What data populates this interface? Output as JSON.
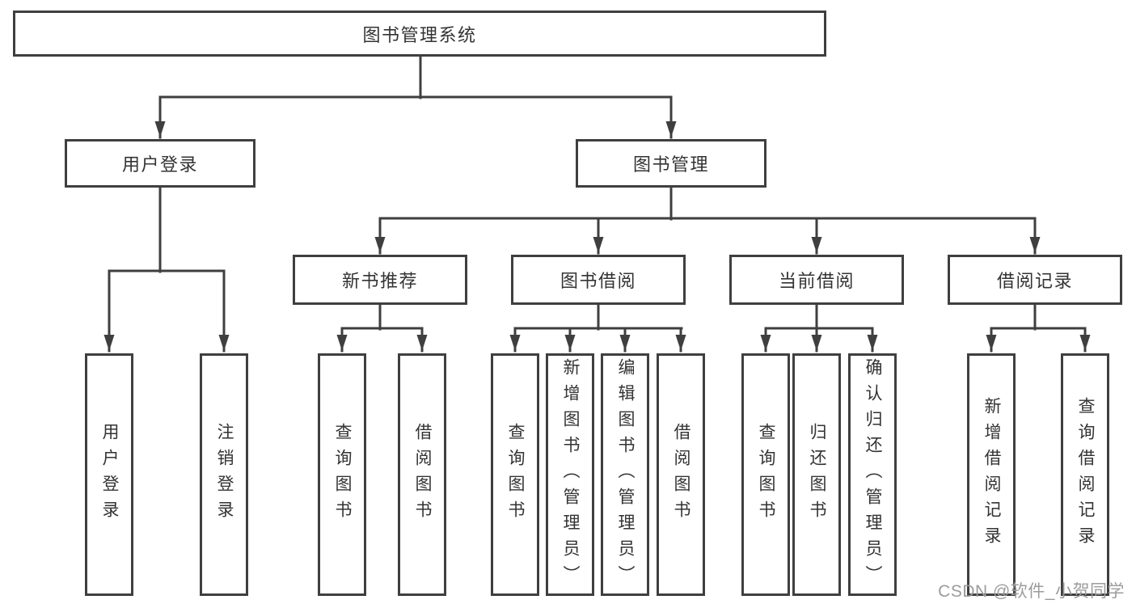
{
  "colors": {
    "line": "#3f3f3f",
    "box_border": "#3f3f3f",
    "text": "#333333",
    "watermark": "#9c9c9c",
    "background": "#ffffff"
  },
  "root": {
    "label": "图书管理系统"
  },
  "level2": {
    "user_login": {
      "label": "用户登录"
    },
    "book_mgmt": {
      "label": "图书管理"
    }
  },
  "level3": {
    "new_books": {
      "label": "新书推荐"
    },
    "borrowing": {
      "label": "图书借阅"
    },
    "current": {
      "label": "当前借阅"
    },
    "records": {
      "label": "借阅记录"
    }
  },
  "leaves": {
    "user_login_1": {
      "label": "用户登录"
    },
    "user_login_2": {
      "label": "注销登录"
    },
    "new_books_1": {
      "label": "查询图书"
    },
    "new_books_2": {
      "label": "借阅图书"
    },
    "borrowing_1": {
      "label": "查询图书"
    },
    "borrowing_2": {
      "label": "新增图书（管理员）"
    },
    "borrowing_3": {
      "label": "编辑图书（管理员）"
    },
    "borrowing_4": {
      "label": "借阅图书"
    },
    "current_1": {
      "label": "查询图书"
    },
    "current_2": {
      "label": "归还图书"
    },
    "current_3": {
      "label": "确认归还（管理员）"
    },
    "records_1": {
      "label": "新增借阅记录"
    },
    "records_2": {
      "label": "查询借阅记录"
    }
  },
  "watermark": {
    "text": "CSDN @软件_小贺同学"
  }
}
